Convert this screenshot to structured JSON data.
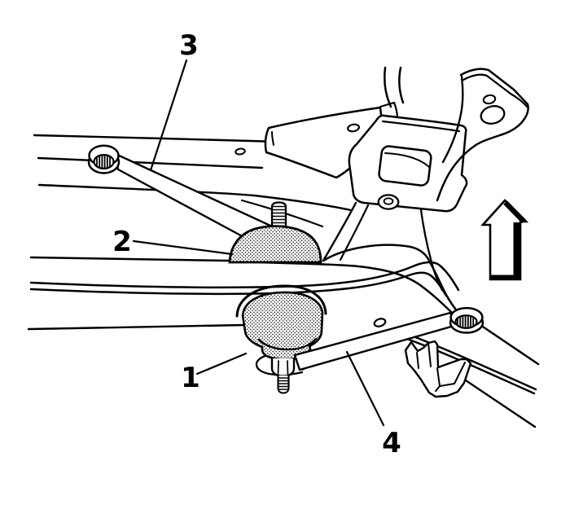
{
  "figure": {
    "background_color": "#ffffff",
    "line_color": "#000000",
    "callouts": [
      {
        "label": "1"
      },
      {
        "label": "2"
      },
      {
        "label": "3"
      },
      {
        "label": "4"
      }
    ],
    "direction_arrow": {
      "icon": "up-arrow-icon",
      "direction": "up"
    }
  }
}
